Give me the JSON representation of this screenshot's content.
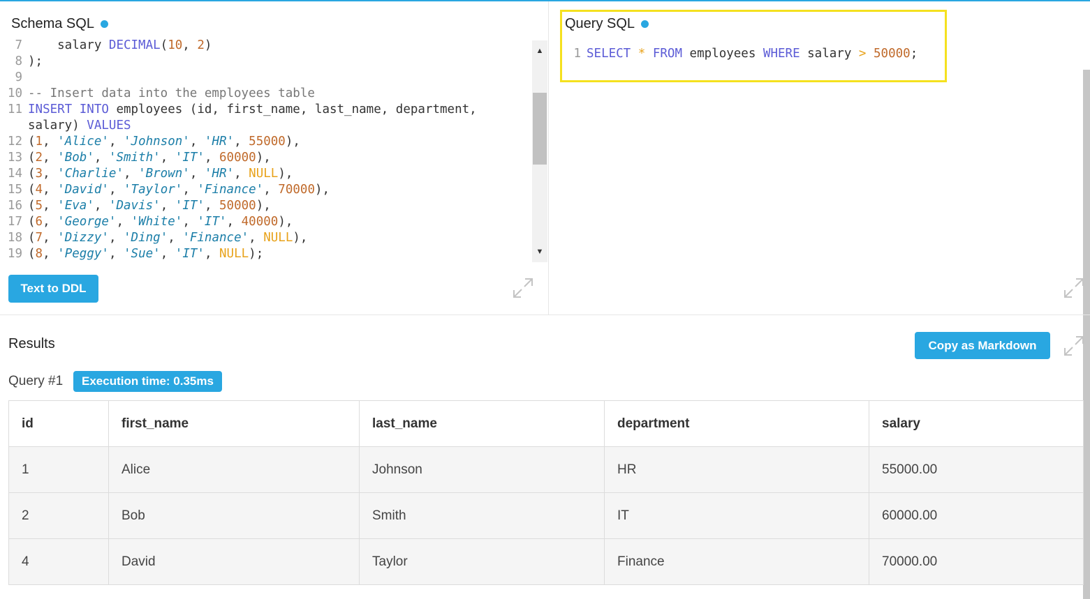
{
  "colors": {
    "accent": "#29a7e1",
    "highlight": "#f5e11f"
  },
  "schema": {
    "title": "Schema SQL",
    "lines": [
      {
        "n": "7",
        "tokens": [
          [
            "txt",
            "    salary "
          ],
          [
            "kw",
            "DECIMAL"
          ],
          [
            "txt",
            "("
          ],
          [
            "num",
            "10"
          ],
          [
            "txt",
            ", "
          ],
          [
            "num",
            "2"
          ],
          [
            "txt",
            ")"
          ]
        ]
      },
      {
        "n": "8",
        "tokens": [
          [
            "txt",
            ");"
          ]
        ]
      },
      {
        "n": "9",
        "tokens": []
      },
      {
        "n": "10",
        "tokens": [
          [
            "cmt",
            "-- Insert data into the employees table"
          ]
        ]
      },
      {
        "n": "11",
        "tokens": [
          [
            "kw",
            "INSERT INTO"
          ],
          [
            "txt",
            " employees (id, first_name, last_name, department,"
          ]
        ]
      },
      {
        "n": "",
        "tokens": [
          [
            "txt",
            "salary) "
          ],
          [
            "kw",
            "VALUES"
          ]
        ]
      },
      {
        "n": "12",
        "tokens": [
          [
            "txt",
            "("
          ],
          [
            "num",
            "1"
          ],
          [
            "txt",
            ", "
          ],
          [
            "str",
            "'Alice'"
          ],
          [
            "txt",
            ", "
          ],
          [
            "str",
            "'Johnson'"
          ],
          [
            "txt",
            ", "
          ],
          [
            "str",
            "'HR'"
          ],
          [
            "txt",
            ", "
          ],
          [
            "num",
            "55000"
          ],
          [
            "txt",
            "),"
          ]
        ]
      },
      {
        "n": "13",
        "tokens": [
          [
            "txt",
            "("
          ],
          [
            "num",
            "2"
          ],
          [
            "txt",
            ", "
          ],
          [
            "str",
            "'Bob'"
          ],
          [
            "txt",
            ", "
          ],
          [
            "str",
            "'Smith'"
          ],
          [
            "txt",
            ", "
          ],
          [
            "str",
            "'IT'"
          ],
          [
            "txt",
            ", "
          ],
          [
            "num",
            "60000"
          ],
          [
            "txt",
            "),"
          ]
        ]
      },
      {
        "n": "14",
        "tokens": [
          [
            "txt",
            "("
          ],
          [
            "num",
            "3"
          ],
          [
            "txt",
            ", "
          ],
          [
            "str",
            "'Charlie'"
          ],
          [
            "txt",
            ", "
          ],
          [
            "str",
            "'Brown'"
          ],
          [
            "txt",
            ", "
          ],
          [
            "str",
            "'HR'"
          ],
          [
            "txt",
            ", "
          ],
          [
            "nul",
            "NULL"
          ],
          [
            "txt",
            "),"
          ]
        ]
      },
      {
        "n": "15",
        "tokens": [
          [
            "txt",
            "("
          ],
          [
            "num",
            "4"
          ],
          [
            "txt",
            ", "
          ],
          [
            "str",
            "'David'"
          ],
          [
            "txt",
            ", "
          ],
          [
            "str",
            "'Taylor'"
          ],
          [
            "txt",
            ", "
          ],
          [
            "str",
            "'Finance'"
          ],
          [
            "txt",
            ", "
          ],
          [
            "num",
            "70000"
          ],
          [
            "txt",
            "),"
          ]
        ]
      },
      {
        "n": "16",
        "tokens": [
          [
            "txt",
            "("
          ],
          [
            "num",
            "5"
          ],
          [
            "txt",
            ", "
          ],
          [
            "str",
            "'Eva'"
          ],
          [
            "txt",
            ", "
          ],
          [
            "str",
            "'Davis'"
          ],
          [
            "txt",
            ", "
          ],
          [
            "str",
            "'IT'"
          ],
          [
            "txt",
            ", "
          ],
          [
            "num",
            "50000"
          ],
          [
            "txt",
            "),"
          ]
        ]
      },
      {
        "n": "17",
        "tokens": [
          [
            "txt",
            "("
          ],
          [
            "num",
            "6"
          ],
          [
            "txt",
            ", "
          ],
          [
            "str",
            "'George'"
          ],
          [
            "txt",
            ", "
          ],
          [
            "str",
            "'White'"
          ],
          [
            "txt",
            ", "
          ],
          [
            "str",
            "'IT'"
          ],
          [
            "txt",
            ", "
          ],
          [
            "num",
            "40000"
          ],
          [
            "txt",
            "),"
          ]
        ]
      },
      {
        "n": "18",
        "tokens": [
          [
            "txt",
            "("
          ],
          [
            "num",
            "7"
          ],
          [
            "txt",
            ", "
          ],
          [
            "str",
            "'Dizzy'"
          ],
          [
            "txt",
            ", "
          ],
          [
            "str",
            "'Ding'"
          ],
          [
            "txt",
            ", "
          ],
          [
            "str",
            "'Finance'"
          ],
          [
            "txt",
            ", "
          ],
          [
            "nul",
            "NULL"
          ],
          [
            "txt",
            "),"
          ]
        ]
      },
      {
        "n": "19",
        "tokens": [
          [
            "txt",
            "("
          ],
          [
            "num",
            "8"
          ],
          [
            "txt",
            ", "
          ],
          [
            "str",
            "'Peggy'"
          ],
          [
            "txt",
            ", "
          ],
          [
            "str",
            "'Sue'"
          ],
          [
            "txt",
            ", "
          ],
          [
            "str",
            "'IT'"
          ],
          [
            "txt",
            ", "
          ],
          [
            "nul",
            "NULL"
          ],
          [
            "txt",
            ");"
          ]
        ]
      }
    ],
    "ddl_button": "Text to DDL"
  },
  "query": {
    "title": "Query SQL",
    "lines": [
      {
        "n": "1",
        "tokens": [
          [
            "kw",
            "SELECT"
          ],
          [
            "txt",
            " "
          ],
          [
            "op",
            "*"
          ],
          [
            "txt",
            " "
          ],
          [
            "kw",
            "FROM"
          ],
          [
            "txt",
            " employees "
          ],
          [
            "kw",
            "WHERE"
          ],
          [
            "txt",
            " salary "
          ],
          [
            "op",
            ">"
          ],
          [
            "txt",
            " "
          ],
          [
            "num",
            "50000"
          ],
          [
            "txt",
            ";"
          ]
        ]
      }
    ]
  },
  "results": {
    "title": "Results",
    "copy_button": "Copy as Markdown",
    "query_label": "Query #1",
    "execution_time": "Execution time: 0.35ms",
    "columns": [
      "id",
      "first_name",
      "last_name",
      "department",
      "salary"
    ],
    "rows": [
      [
        "1",
        "Alice",
        "Johnson",
        "HR",
        "55000.00"
      ],
      [
        "2",
        "Bob",
        "Smith",
        "IT",
        "60000.00"
      ],
      [
        "4",
        "David",
        "Taylor",
        "Finance",
        "70000.00"
      ]
    ]
  }
}
